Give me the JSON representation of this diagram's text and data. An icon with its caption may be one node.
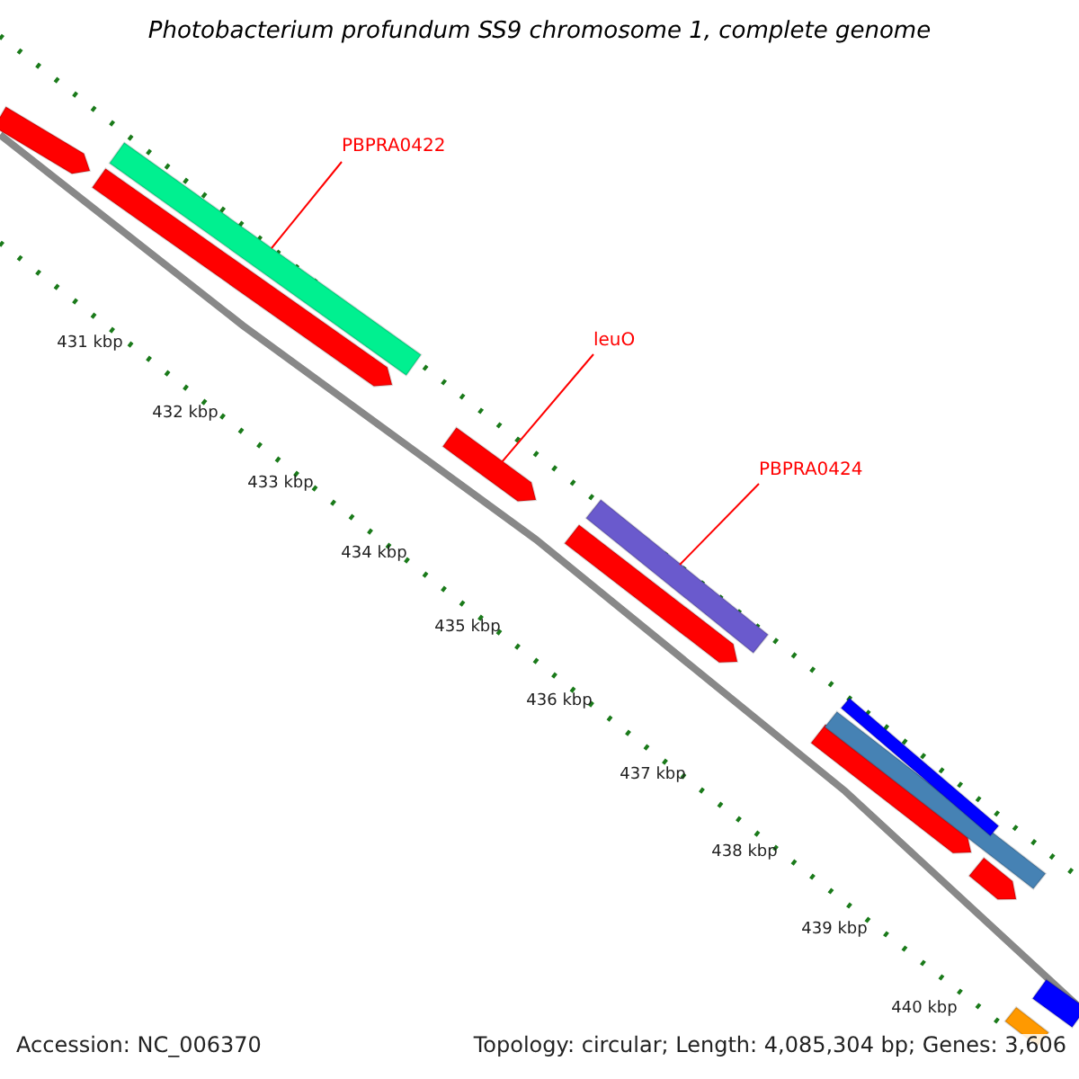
{
  "diagram": {
    "title": "Photobacterium profundum SS9 chromosome 1, complete genome",
    "nodes": [
      {
        "text": [
          "PBPRA0422"
        ]
      },
      {
        "text": [],
        "shape": "bar"
      },
      {
        "text": [
          "leuO"
        ]
      },
      {
        "text": [],
        "shape": "bar"
      },
      {
        "text": [
          "PBPRA0424"
        ]
      },
      {
        "text": [],
        "shape": "bar"
      },
      {
        "text": [],
        "shape": "bar"
      },
      {
        "text": [],
        "shape": "bar"
      },
      {
        "text": [],
        "shape": "bar"
      },
      {
        "text": [],
        "shape": "bar"
      },
      {
        "text": [],
        "shape": "bar"
      },
      {
        "text": [],
        "shape": "bar"
      },
      {
        "text": [],
        "shape": "bar"
      },
      {
        "text": [],
        "shape": "bar"
      },
      {
        "text": [],
        "shape": "bar"
      }
    ],
    "edges": [
      {
        "from": 0,
        "to": 1,
        "arrow": "none"
      },
      {
        "from": 2,
        "to": 3,
        "arrow": "none"
      },
      {
        "from": 4,
        "to": 5,
        "arrow": "none"
      }
    ],
    "labels": [
      "431 kbp",
      "432 kbp",
      "433 kbp",
      "434 kbp",
      "435 kbp",
      "436 kbp",
      "437 kbp",
      "438 kbp",
      "439 kbp",
      "440 kbp",
      "Accession: NC_006370",
      "Topology: circular; Length: 4,085,304 bp; Genes: 3,606"
    ]
  }
}
